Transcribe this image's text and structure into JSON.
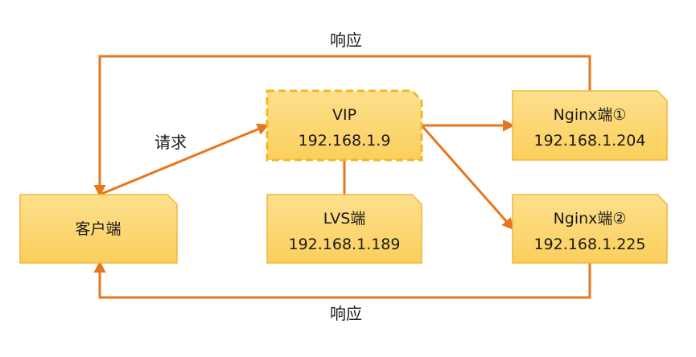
{
  "diagram": {
    "nodes": {
      "client": {
        "line1": "客户端"
      },
      "vip": {
        "line1": "VIP",
        "line2": "192.168.1.9"
      },
      "lvs": {
        "line1": "LVS端",
        "line2": "192.168.1.189"
      },
      "nginx1": {
        "line1": "Nginx端①",
        "line2": "192.168.1.204"
      },
      "nginx2": {
        "line1": "Nginx端②",
        "line2": "192.168.1.225"
      }
    },
    "edges": {
      "request": "请求",
      "response_top": "响应",
      "response_bottom": "响应"
    }
  },
  "colors": {
    "box_fill": "#fcd56c",
    "box_border": "#f2b53b",
    "vip_border": "#f5b624",
    "arrow": "#e8761c"
  }
}
